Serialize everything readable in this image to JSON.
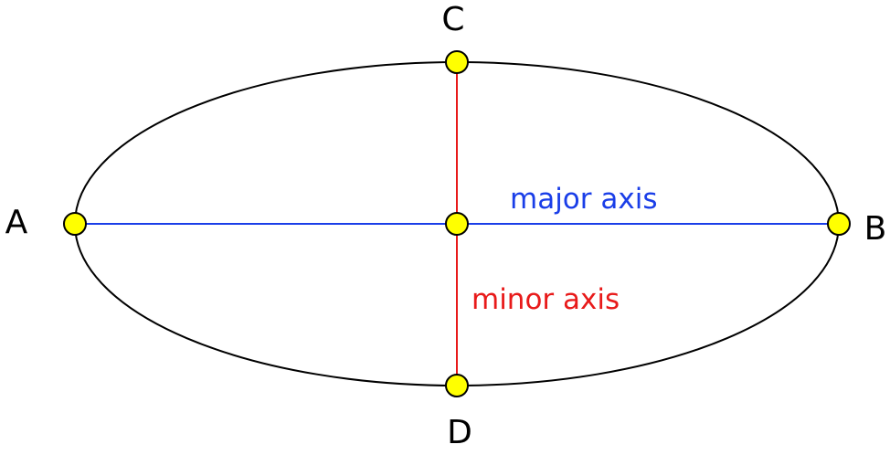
{
  "labels": {
    "a": "A",
    "b": "B",
    "c": "C",
    "d": "D"
  },
  "major_axis_label": "major axis",
  "minor_axis_label": "minor axis",
  "colors": {
    "ellipse": "#000000",
    "major_axis": "#1a3ee8",
    "minor_axis": "#e81a1a",
    "point_fill": "#ffff00",
    "point_stroke": "#000000"
  }
}
